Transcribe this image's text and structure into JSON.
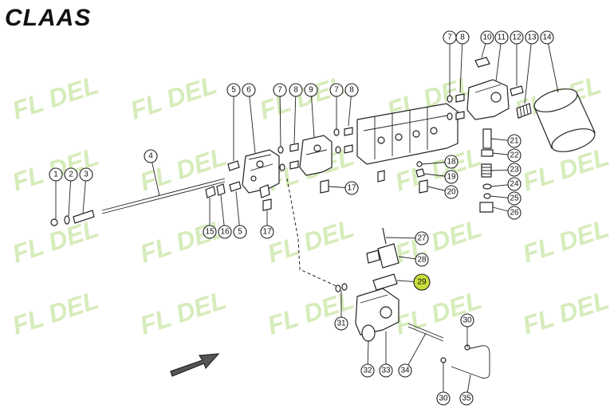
{
  "brand": {
    "logo_text": "CLAAS"
  },
  "watermark": {
    "text": "FL  DEL"
  },
  "callouts": [
    {
      "id": "1",
      "label": "1"
    },
    {
      "id": "2",
      "label": "2"
    },
    {
      "id": "3",
      "label": "3"
    },
    {
      "id": "4",
      "label": "4"
    },
    {
      "id": "5a",
      "label": "5"
    },
    {
      "id": "6",
      "label": "6"
    },
    {
      "id": "7a",
      "label": "7"
    },
    {
      "id": "8a",
      "label": "8"
    },
    {
      "id": "9",
      "label": "9"
    },
    {
      "id": "7b",
      "label": "7"
    },
    {
      "id": "8b",
      "label": "8"
    },
    {
      "id": "7c",
      "label": "7"
    },
    {
      "id": "8c",
      "label": "8"
    },
    {
      "id": "10",
      "label": "10"
    },
    {
      "id": "11",
      "label": "11"
    },
    {
      "id": "12",
      "label": "12"
    },
    {
      "id": "13",
      "label": "13"
    },
    {
      "id": "14",
      "label": "14"
    },
    {
      "id": "21",
      "label": "21"
    },
    {
      "id": "22",
      "label": "22"
    },
    {
      "id": "23",
      "label": "23"
    },
    {
      "id": "24",
      "label": "24"
    },
    {
      "id": "25",
      "label": "25"
    },
    {
      "id": "26",
      "label": "26"
    },
    {
      "id": "18",
      "label": "18"
    },
    {
      "id": "19",
      "label": "19"
    },
    {
      "id": "20",
      "label": "20"
    },
    {
      "id": "17a",
      "label": "17"
    },
    {
      "id": "15",
      "label": "15"
    },
    {
      "id": "16",
      "label": "16"
    },
    {
      "id": "5b",
      "label": "5"
    },
    {
      "id": "17b",
      "label": "17"
    },
    {
      "id": "27",
      "label": "27"
    },
    {
      "id": "28",
      "label": "28"
    },
    {
      "id": "29",
      "label": "29",
      "highlight": true
    },
    {
      "id": "31",
      "label": "31"
    },
    {
      "id": "30a",
      "label": "30"
    },
    {
      "id": "32",
      "label": "32"
    },
    {
      "id": "33",
      "label": "33"
    },
    {
      "id": "34",
      "label": "34"
    },
    {
      "id": "30b",
      "label": "30"
    },
    {
      "id": "35",
      "label": "35"
    }
  ],
  "colors": {
    "highlight": "#c9de3a",
    "watermark": "#cfe9b0",
    "ink": "#222222"
  }
}
